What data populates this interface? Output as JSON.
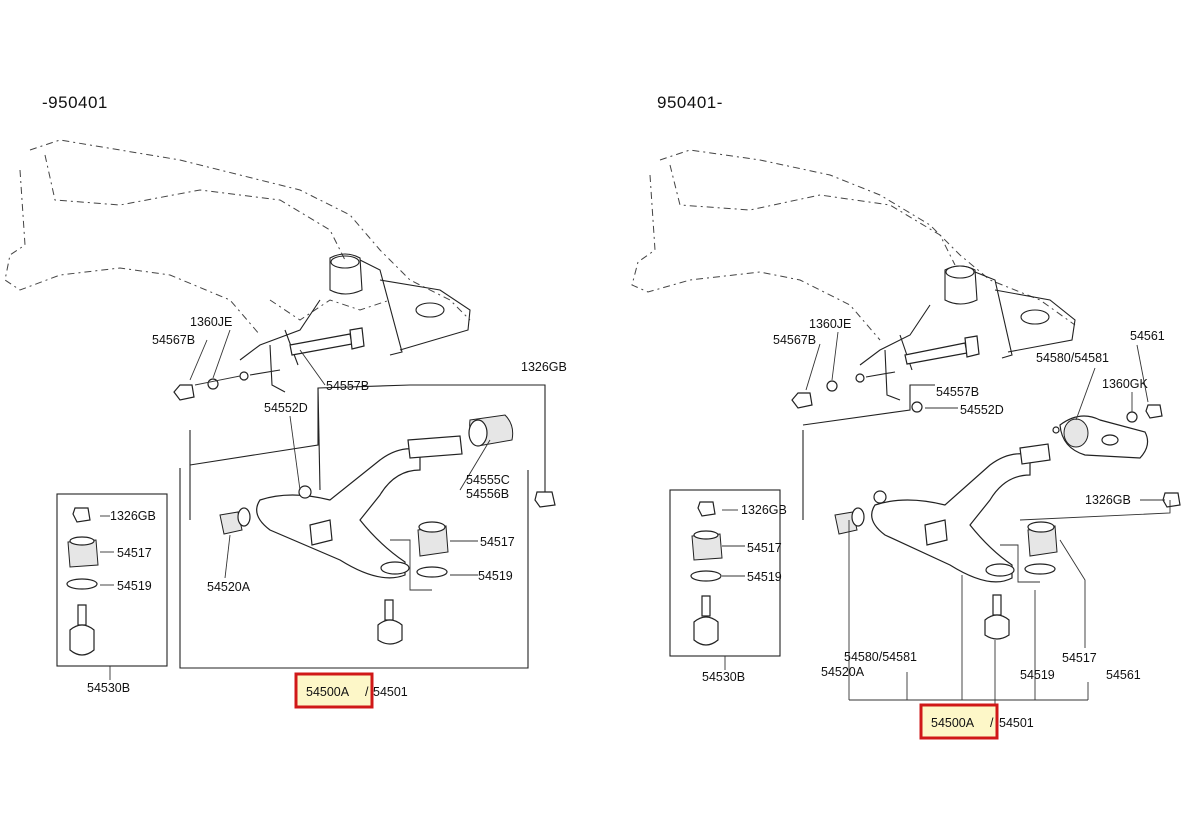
{
  "panels": [
    {
      "id": "left",
      "date_range": "-950401",
      "labels": {
        "bolt_nut": "54567B",
        "washer": "1360JE",
        "bolt": "54557B",
        "washer2": "54552D",
        "nut_right": "1326GB",
        "bushing_c": "54555C",
        "bushing_b": "54556B",
        "bushing_front": "54520A",
        "ball_joint_boot": "54517",
        "ball_joint_ring": "54519",
        "ball_joint_nut": "1326GB",
        "ball_joint_boot_inset": "54517",
        "ball_joint_ring_inset": "54519",
        "ball_joint_assy": "54530B",
        "arm_part": "54500A",
        "arm_part_alt": "54501"
      },
      "arm_separator": "/"
    },
    {
      "id": "right",
      "date_range": "950401-",
      "labels": {
        "bolt_nut": "54567B",
        "washer": "1360JE",
        "bolt": "54557B",
        "washer2": "54552D",
        "bracket_pair": "54580/54581",
        "bracket_pair_bottom": "54580/54581",
        "bracket_bolt": "54561",
        "bracket_bolt_bottom": "54561",
        "bracket_washer": "1360GK",
        "nut_right": "1326GB",
        "bushing_front": "54520A",
        "ball_joint_boot": "54517",
        "ball_joint_ring": "54519",
        "ball_joint_nut": "1326GB",
        "ball_joint_boot_inset": "54517",
        "ball_joint_ring_inset": "54519",
        "ball_joint_assy": "54530B",
        "arm_part": "54500A",
        "arm_part_alt": "54501"
      },
      "arm_separator": "/"
    }
  ],
  "highlight": {
    "fill": "#fdf7c8",
    "stroke": "#d01818"
  }
}
